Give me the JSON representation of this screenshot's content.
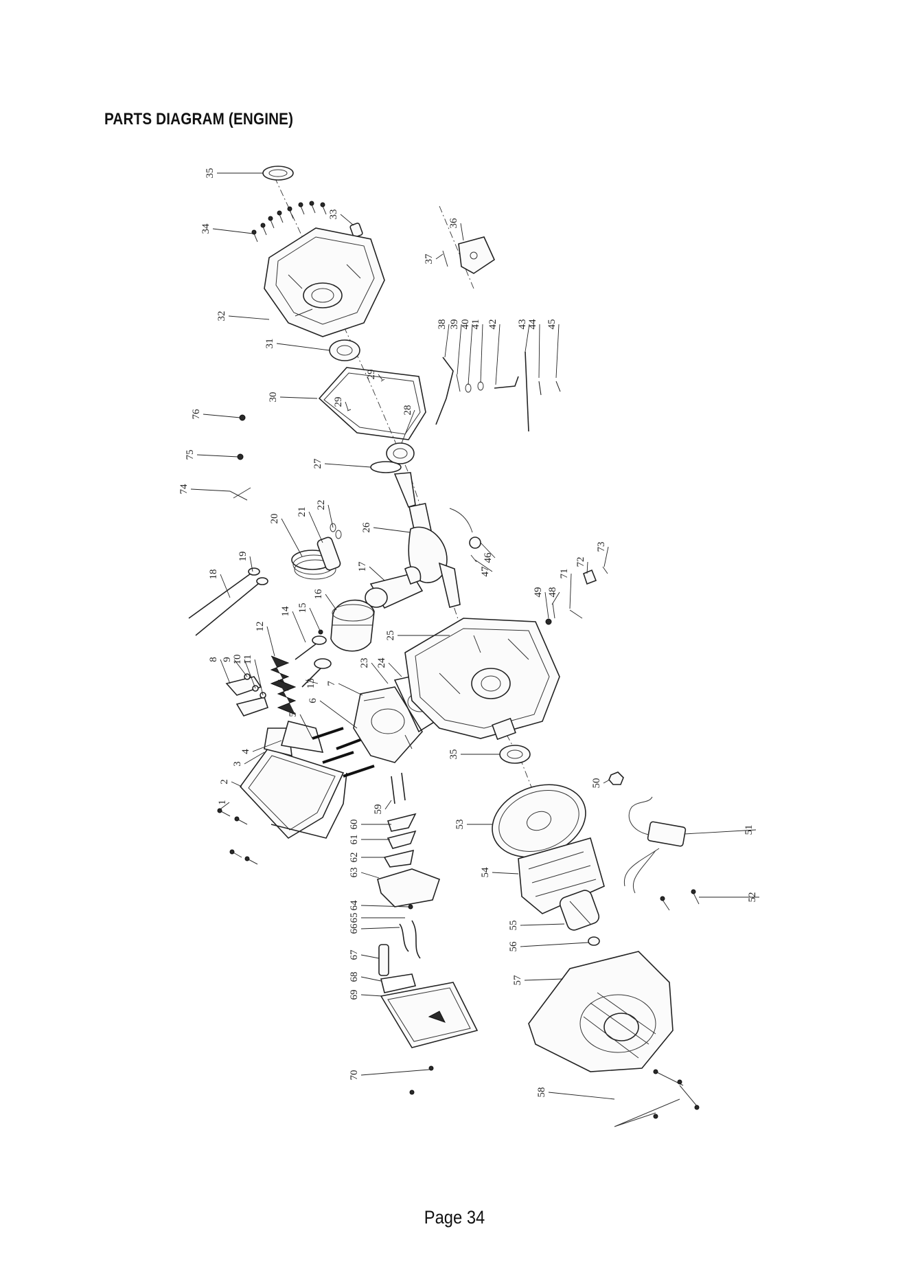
{
  "document": {
    "title": "PARTS DIAGRAM (ENGINE)",
    "page_label": "Page 34"
  },
  "callouts": [
    {
      "num": "1"
    },
    {
      "num": "2"
    },
    {
      "num": "3"
    },
    {
      "num": "4"
    },
    {
      "num": "5"
    },
    {
      "num": "6"
    },
    {
      "num": "7"
    },
    {
      "num": "8"
    },
    {
      "num": "9"
    },
    {
      "num": "10"
    },
    {
      "num": "11"
    },
    {
      "num": "12"
    },
    {
      "num": "13"
    },
    {
      "num": "14"
    },
    {
      "num": "15"
    },
    {
      "num": "16"
    },
    {
      "num": "17"
    },
    {
      "num": "18"
    },
    {
      "num": "19"
    },
    {
      "num": "20"
    },
    {
      "num": "21"
    },
    {
      "num": "22"
    },
    {
      "num": "23"
    },
    {
      "num": "24"
    },
    {
      "num": "25"
    },
    {
      "num": "26"
    },
    {
      "num": "27"
    },
    {
      "num": "28"
    },
    {
      "num": "29"
    },
    {
      "num": "29"
    },
    {
      "num": "30"
    },
    {
      "num": "31"
    },
    {
      "num": "32"
    },
    {
      "num": "33"
    },
    {
      "num": "34"
    },
    {
      "num": "35"
    },
    {
      "num": "35"
    },
    {
      "num": "36"
    },
    {
      "num": "37"
    },
    {
      "num": "38"
    },
    {
      "num": "39"
    },
    {
      "num": "40"
    },
    {
      "num": "41"
    },
    {
      "num": "42"
    },
    {
      "num": "43"
    },
    {
      "num": "44"
    },
    {
      "num": "45"
    },
    {
      "num": "46"
    },
    {
      "num": "47"
    },
    {
      "num": "48"
    },
    {
      "num": "49"
    },
    {
      "num": "50"
    },
    {
      "num": "51"
    },
    {
      "num": "52"
    },
    {
      "num": "53"
    },
    {
      "num": "54"
    },
    {
      "num": "55"
    },
    {
      "num": "56"
    },
    {
      "num": "57"
    },
    {
      "num": "58"
    },
    {
      "num": "59"
    },
    {
      "num": "60"
    },
    {
      "num": "61"
    },
    {
      "num": "62"
    },
    {
      "num": "63"
    },
    {
      "num": "64"
    },
    {
      "num": "65"
    },
    {
      "num": "66"
    },
    {
      "num": "67"
    },
    {
      "num": "68"
    },
    {
      "num": "69"
    },
    {
      "num": "70"
    },
    {
      "num": "71"
    },
    {
      "num": "72"
    },
    {
      "num": "73"
    },
    {
      "num": "74"
    },
    {
      "num": "75"
    },
    {
      "num": "76"
    }
  ]
}
